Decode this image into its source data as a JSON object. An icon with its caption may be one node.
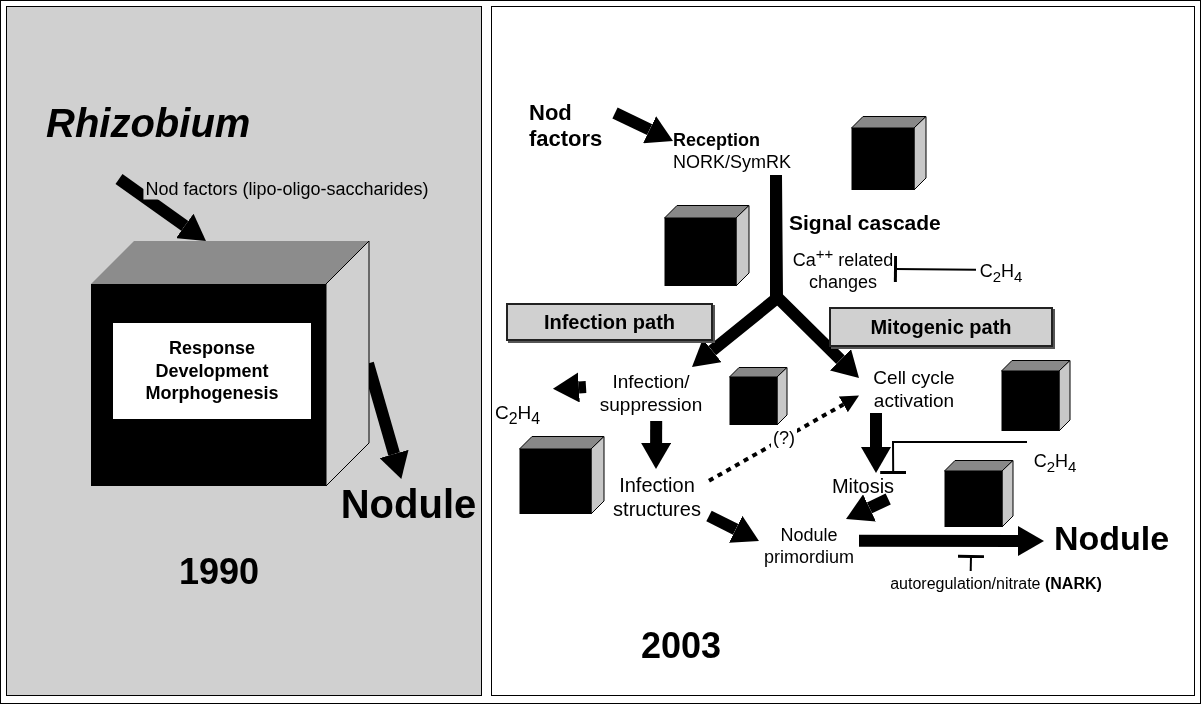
{
  "diagram": {
    "nodes": [
      {
        "text": [
          "Response Development Morphogenesis"
        ]
      },
      {
        "text": [
          "Nodule"
        ]
      },
      {
        "text": [
          "Nod factors"
        ]
      },
      {
        "text": [
          "Reception",
          "NORK/SymRK"
        ]
      },
      {
        "text": [
          "Ca$^{++}$ related changes"
        ]
      },
      {
        "text": [
          "C$_{2}$H$_{4}$"
        ]
      },
      {
        "text": [
          "Infection path"
        ]
      },
      {
        "text": [
          "Mitogenic path"
        ]
      },
      {
        "text": [
          "Infection/ suppression"
        ]
      },
      {
        "text": [
          "C$_{2}$H$_{4}$"
        ]
      },
      {
        "text": [
          "Cell cycle activation"
        ]
      },
      {
        "text": [
          "Infection structures"
        ]
      },
      {
        "text": [
          "Mitosis"
        ]
      },
      {
        "text": [
          "C$_{2}$H$_{4}$"
        ]
      },
      {
        "text": [
          "Nodule primordium"
        ]
      },
      {
        "text": [
          "Nodule"
        ]
      },
      {
        "text": [
          "autoregulation/nitrate **(NARK)**"
        ]
      }
    ],
    "edges": [
      {
        "from": null,
        "to": 0,
        "arrow": "to",
        "label": "Nod factors (lipo-oligo-saccharides)"
      },
      {
        "from": 0,
        "to": 1,
        "arrow": "to"
      },
      {
        "from": 2,
        "to": 3,
        "arrow": "to"
      },
      {
        "from": 3,
        "to": 8,
        "arrow": "to"
      },
      {
        "from": 3,
        "to": 10,
        "arrow": "to"
      },
      {
        "from": 5,
        "to": 4,
        "arrow": "other"
      },
      {
        "from": 8,
        "to": 9,
        "arrow": "to"
      },
      {
        "from": 8,
        "to": 11,
        "arrow": "to"
      },
      {
        "from": 11,
        "to": 10,
        "arrow": "to",
        "style": "dashed",
        "label": "(?)"
      },
      {
        "from": 10,
        "to": 12,
        "arrow": "to"
      },
      {
        "from": 13,
        "to": 12,
        "arrow": "other"
      },
      {
        "from": 11,
        "to": 14,
        "arrow": "to"
      },
      {
        "from": 12,
        "to": 14,
        "arrow": "to"
      },
      {
        "from": 14,
        "to": 15,
        "arrow": "to"
      },
      {
        "from": 16,
        "to": null,
        "arrow": "other"
      }
    ],
    "labels": [
      "Rhizobium",
      "1990",
      "Signal cascade",
      "2003"
    ]
  }
}
